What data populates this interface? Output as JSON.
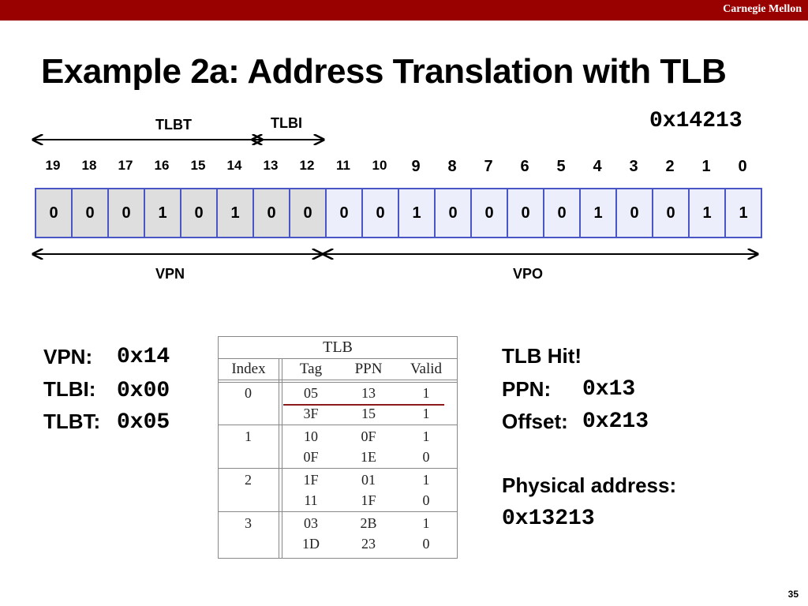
{
  "header": {
    "brand": "Carnegie Mellon"
  },
  "title": "Example 2a: Address Translation with TLB",
  "address": "0x14213",
  "labels": {
    "tlbt": "TLBT",
    "tlbi": "TLBI",
    "vpn": "VPN",
    "vpo": "VPO"
  },
  "bit_numbers": [
    "19",
    "18",
    "17",
    "16",
    "15",
    "14",
    "13",
    "12",
    "11",
    "10",
    "9",
    "8",
    "7",
    "6",
    "5",
    "4",
    "3",
    "2",
    "1",
    "0"
  ],
  "bits": [
    "0",
    "0",
    "0",
    "1",
    "0",
    "1",
    "0",
    "0",
    "0",
    "0",
    "1",
    "0",
    "0",
    "0",
    "0",
    "1",
    "0",
    "0",
    "1",
    "1"
  ],
  "left_info": {
    "vpn_label": "VPN:",
    "vpn_value": "0x14",
    "tlbi_label": "TLBI:",
    "tlbi_value": "0x00",
    "tlbt_label": "TLBT:",
    "tlbt_value": "0x05"
  },
  "tlb": {
    "title": "TLB",
    "headers": [
      "Index",
      "Tag",
      "PPN",
      "Valid"
    ],
    "groups": [
      {
        "index": "0",
        "rows": [
          [
            "05",
            "13",
            "1"
          ],
          [
            "3F",
            "15",
            "1"
          ]
        ]
      },
      {
        "index": "1",
        "rows": [
          [
            "10",
            "0F",
            "1"
          ],
          [
            "0F",
            "1E",
            "0"
          ]
        ]
      },
      {
        "index": "2",
        "rows": [
          [
            "1F",
            "01",
            "1"
          ],
          [
            "11",
            "1F",
            "0"
          ]
        ]
      },
      {
        "index": "3",
        "rows": [
          [
            "03",
            "2B",
            "1"
          ],
          [
            "1D",
            "23",
            "0"
          ]
        ]
      }
    ]
  },
  "right_info": {
    "hit": "TLB Hit!",
    "ppn_label": "PPN:",
    "ppn_value": "0x13",
    "offset_label": "Offset:",
    "offset_value": "0x213",
    "pa_label": "Physical address:",
    "pa_value": "0x13213"
  },
  "page_number": "35"
}
